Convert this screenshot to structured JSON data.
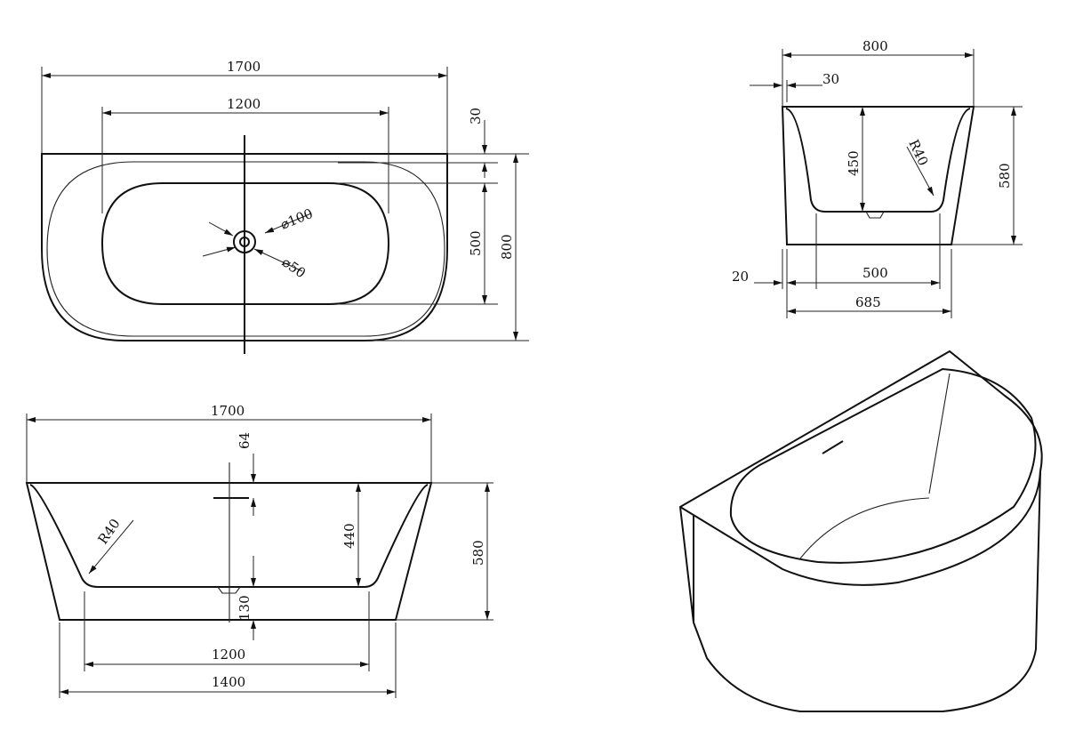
{
  "top_view": {
    "overall_length": "1700",
    "inner_length": "1200",
    "rim_offset": "30",
    "inner_width": "500",
    "overall_width": "800",
    "drain_outer": "⌀100",
    "drain_inner": "⌀50"
  },
  "end_view": {
    "overall_width": "800",
    "wall_offset": "30",
    "inner_depth": "450",
    "corner_radius": "R40",
    "overall_height": "580",
    "base_offset": "20",
    "inner_bottom_width": "500",
    "base_width": "685"
  },
  "side_view": {
    "overall_length": "1700",
    "overflow_offset": "64",
    "inner_depth": "440",
    "overall_height": "580",
    "corner_radius": "R40",
    "drain_height": "130",
    "inner_bottom_length": "1200",
    "base_length": "1400"
  }
}
